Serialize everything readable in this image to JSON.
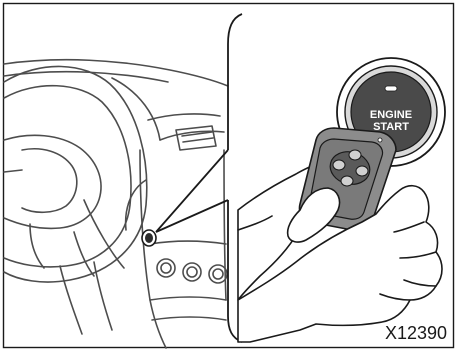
{
  "figure": {
    "start_button_text": [
      "ENGINE",
      "START"
    ],
    "figure_code": "X12390"
  },
  "colors": {
    "line": "#2b2b2b",
    "start_button_face": "#4a4a4a",
    "key_fob_body": "#8c8c8c",
    "key_fob_grip": "#7a7a7a",
    "dashboard_line": "#4d4d4d",
    "hand_fill": "#ffffff",
    "frame": "#1a1a1a"
  }
}
